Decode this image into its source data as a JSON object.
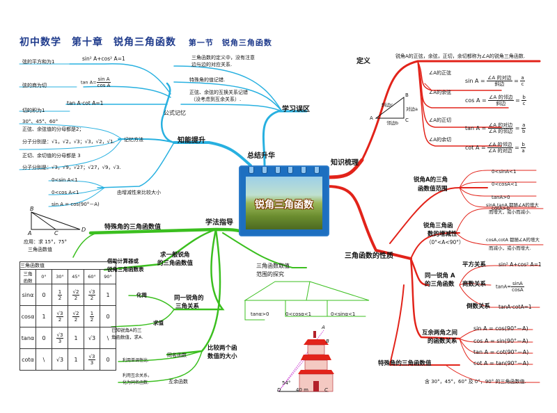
{
  "title": {
    "main": "初中数学　第十章　锐角三角函数",
    "section": "第一节　锐角三角函数"
  },
  "center": {
    "calendar_text": "锐角三角函数",
    "top_label": "总结升华"
  },
  "branches": {
    "definition": "定义",
    "knowledge": "知识梳理",
    "properties": "三角函数的性质",
    "method": "学法指导",
    "improve": "知能提升",
    "mistakes": "学习误区",
    "memory": "公式记忆"
  },
  "definition": {
    "desc": "锐角A的正弦，余弦，正切，余切都称为∠A的锐角三角函数.",
    "triangle": {
      "hyp": "斜边c",
      "opp": "对边a",
      "adj": "邻边b",
      "A": "A",
      "B": "B",
      "C": "C"
    },
    "items": [
      {
        "label": "∠A的正弦",
        "lhs": "sin A =",
        "num": "∠A 的对边",
        "den": "斜边",
        "eq": "=",
        "rn": "a",
        "rd": "c"
      },
      {
        "label": "∠A的余弦",
        "lhs": "cos A =",
        "num": "∠A 的邻边",
        "den": "斜边",
        "eq": "=",
        "rn": "b",
        "rd": "c"
      },
      {
        "label": "∠A的正切",
        "lhs": "tan A =",
        "num": "∠A 的对边",
        "den": "∠A 的邻边",
        "eq": "=",
        "rn": "a",
        "rd": "b"
      },
      {
        "label": "∠A的余切",
        "lhs": "cot A =",
        "num": "∠A 的邻边",
        "den": "∠A 的对边",
        "eq": "=",
        "rn": "b",
        "rd": "a"
      }
    ]
  },
  "properties": {
    "range_title": "锐角A的三角函数值范围",
    "ranges": [
      "0<sinA<1",
      "0<cosA<1",
      "tanA>0",
      "cotA>0"
    ],
    "mono_title1": "锐角三角函",
    "mono_title2": "数的增减性",
    "mono_title3": "（0°<A<90°）",
    "mono1a": "sinA,tanA 都随∠A的增大",
    "mono1b": "而增大，或小而减小.",
    "mono2a": "cosA,cotA 都随∠A的增大",
    "mono2b": "而减小，或小而增大.",
    "same_title1": "同一锐角 A",
    "same_title2": "的三角函数",
    "square_label": "平方关系",
    "square_eq": "sin² A+cos² A=1",
    "quot_label": "商数关系",
    "quot_lhs": "tanA=",
    "quot_n": "sinA",
    "quot_d": "cosA",
    "recip_label": "倒数关系",
    "recip_eq": "tanA·cotA=1",
    "comp_title1": "互余两角之间",
    "comp_title2": "的函数关系",
    "comp": [
      "sin A = cos(90°－A)",
      "cos A = sin(90°－A)",
      "tan A = cot(90°－A)",
      "cot A = tan(90°－A)"
    ],
    "special_title": "特殊角的三角函数值",
    "special_desc": "含 30°，45°，60° 及 0°，90° 的三角函数值."
  },
  "mistakes": {
    "line1a": "三角函数的定义中，没有注意",
    "line1b": "边与边的对应关系.",
    "line2": "特殊角的值记错.",
    "line3a": "正弦、余弦的互换关系记错",
    "line3b": "（没考虑到互余关系）."
  },
  "memory": {
    "sq_label": "弦的平方和为1",
    "sq_eq": "sin² A+cos² A=1",
    "quot_label": "弦的商为切",
    "quot_lhs": "tan A=",
    "quot_n": "sin A",
    "quot_d": "cos A",
    "prod_label": "切的积为1",
    "prod_eq": "tan A·cot A=1",
    "angles": "30°、45°、60°",
    "rule1": "正弦、余弦值的分母都是2；",
    "rule1_num_label": "分子分别是：",
    "rule1_nums": "√1，√2，√3；√3，√2，√1.",
    "rule2": "正切、余切值的分母都是 3",
    "rule2_num_label": "分子分别是：",
    "rule2_nums": "√3，√9，√27；√27，√9，√3.",
    "method_label": "记忆方法",
    "ineq1": "0<sin A<1",
    "ineq2": "0<cos A<1",
    "ineq3": "sin A = cos(90°－A)",
    "ineq_label": "由增减性来比较大小"
  },
  "method": {
    "special_title": "特殊角的三角函数值",
    "triangle_labels": {
      "B": "B",
      "A": "A",
      "C": "C",
      "D": "D"
    },
    "app1": "应用：求 15°，75°",
    "app2": "三角函数值",
    "table_caption": "三角函数值",
    "table_head": [
      "三角\n函数",
      "0°",
      "30°",
      "45°",
      "60°",
      "90°"
    ],
    "rows": [
      {
        "name": "sinα",
        "cells": [
          "0",
          "1/2",
          "√2/2",
          "√3/2",
          "1"
        ]
      },
      {
        "name": "cosα",
        "cells": [
          "1",
          "√3/2",
          "√2/2",
          "1/2",
          "0"
        ]
      },
      {
        "name": "tanα",
        "cells": [
          "0",
          "√3/3",
          "1",
          "√3",
          "\\"
        ]
      },
      {
        "name": "cotα",
        "cells": [
          "\\",
          "√3",
          "1",
          "√3/3",
          "0"
        ]
      }
    ],
    "general_title1": "求一般锐角",
    "general_title2": "的三角函数值",
    "calc1": "借助计算器或",
    "calc2": "锐角三角函数表",
    "same1": "同一锐角的",
    "same2": "三角关系",
    "simplify": "化简",
    "find": "求值",
    "find_desc1": "已知锐角A的三",
    "find_desc2": "角函数值，求A.",
    "compare1": "比较两个函",
    "compare2": "数值的大小",
    "same_name": "同名函数",
    "same_name_desc": "利用单调性比.",
    "co_func": "互余函数",
    "co_func_desc1": "利用互余关系，",
    "co_func_desc2": "化为同名函数.",
    "range1": "三角函数取值",
    "range2": "范围的探究",
    "range_items": [
      "tanα>0",
      "0<cosα<1",
      "0<sinα<1"
    ],
    "tower": {
      "angle": "54°",
      "dist": "40 m",
      "D": "D",
      "C": "C",
      "A": "A",
      "B": "B"
    }
  },
  "colors": {
    "red": "#e2231a",
    "cyan": "#27b0e0",
    "green": "#3bbf1f",
    "title": "#1f3b8c"
  }
}
